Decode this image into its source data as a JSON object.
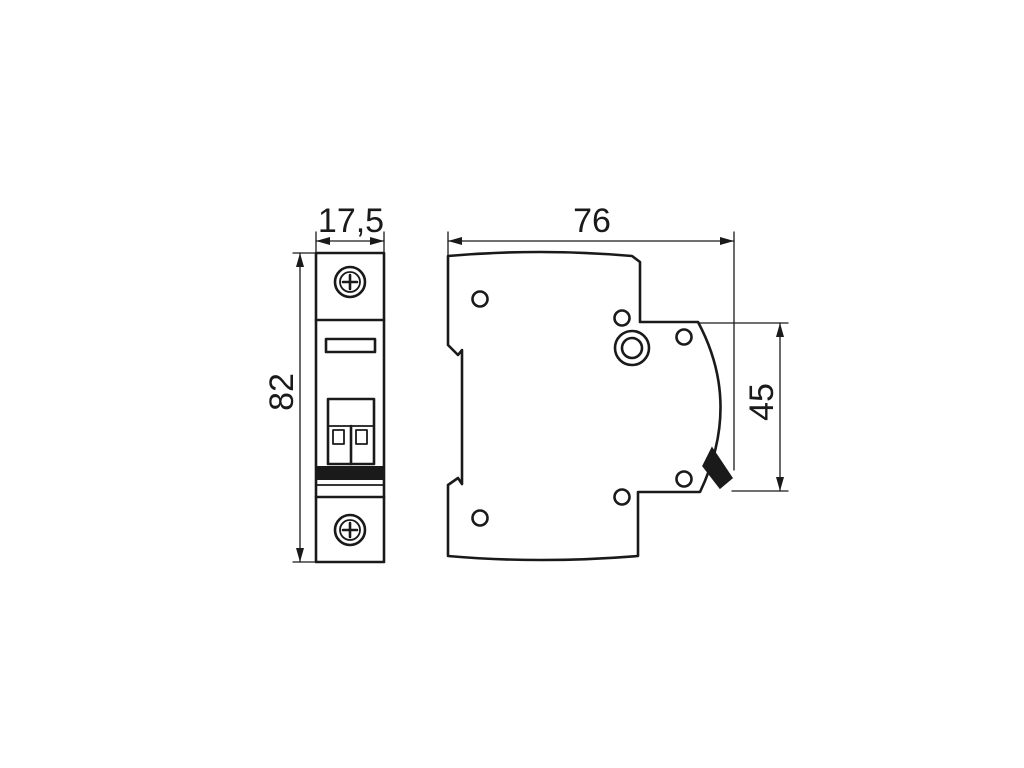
{
  "dimensions": {
    "front_width": "17,5",
    "front_height": "82",
    "side_width": "76",
    "side_height": "45"
  },
  "colors": {
    "line": "#1a1a1a",
    "background": "#ffffff"
  }
}
